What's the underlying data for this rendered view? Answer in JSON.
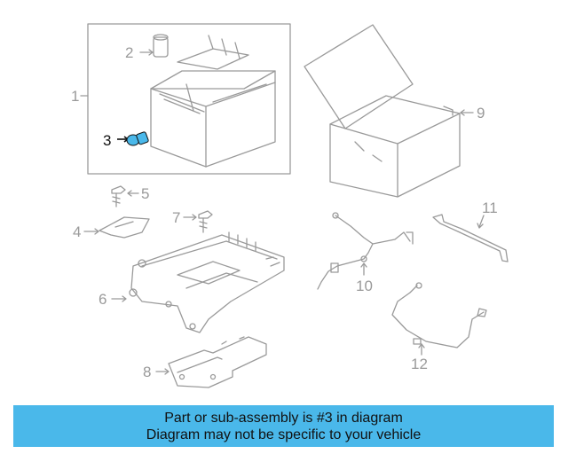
{
  "diagram": {
    "callouts": [
      {
        "id": "1",
        "label": "1"
      },
      {
        "id": "2",
        "label": "2"
      },
      {
        "id": "3",
        "label": "3",
        "highlighted": true
      },
      {
        "id": "4",
        "label": "4"
      },
      {
        "id": "5",
        "label": "5"
      },
      {
        "id": "6",
        "label": "6"
      },
      {
        "id": "7",
        "label": "7"
      },
      {
        "id": "8",
        "label": "8"
      },
      {
        "id": "9",
        "label": "9"
      },
      {
        "id": "10",
        "label": "10"
      },
      {
        "id": "11",
        "label": "11"
      },
      {
        "id": "12",
        "label": "12"
      }
    ],
    "colors": {
      "line": "#9a9a9a",
      "highlight_part": "#4ab8ea",
      "banner_bg": "#4ab8ea"
    }
  },
  "banner": {
    "line1": "Part or sub-assembly is #3 in diagram",
    "line2": "Diagram may not be specific to your vehicle"
  }
}
